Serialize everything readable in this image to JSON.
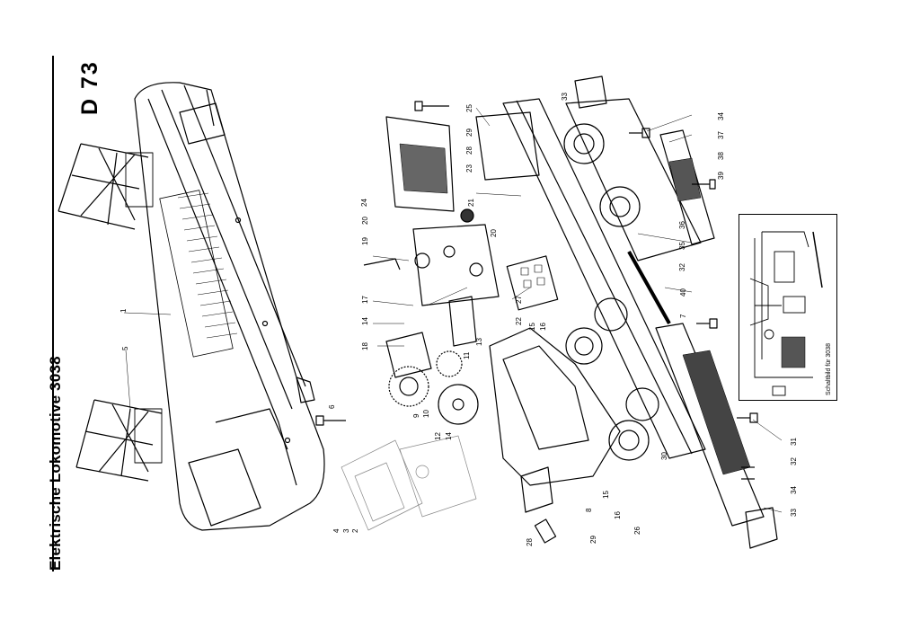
{
  "title": "Elektrische Lokomotive 3038",
  "doc_code": "D 73",
  "schema_caption": "Schaltbild für 3038",
  "part_numbers": [
    {
      "n": "1"
    },
    {
      "n": "2"
    },
    {
      "n": "3"
    },
    {
      "n": "4"
    },
    {
      "n": "5"
    },
    {
      "n": "6"
    },
    {
      "n": "7"
    },
    {
      "n": "8"
    },
    {
      "n": "9"
    },
    {
      "n": "10"
    },
    {
      "n": "11"
    },
    {
      "n": "12"
    },
    {
      "n": "13"
    },
    {
      "n": "14"
    },
    {
      "n": "14"
    },
    {
      "n": "15"
    },
    {
      "n": "15"
    },
    {
      "n": "16"
    },
    {
      "n": "16"
    },
    {
      "n": "17"
    },
    {
      "n": "18"
    },
    {
      "n": "19"
    },
    {
      "n": "20"
    },
    {
      "n": "20"
    },
    {
      "n": "21"
    },
    {
      "n": "22"
    },
    {
      "n": "23"
    },
    {
      "n": "24"
    },
    {
      "n": "25"
    },
    {
      "n": "26"
    },
    {
      "n": "27"
    },
    {
      "n": "28"
    },
    {
      "n": "28"
    },
    {
      "n": "29"
    },
    {
      "n": "29"
    },
    {
      "n": "30"
    },
    {
      "n": "31"
    },
    {
      "n": "32"
    },
    {
      "n": "32"
    },
    {
      "n": "33"
    },
    {
      "n": "33"
    },
    {
      "n": "34"
    },
    {
      "n": "34"
    },
    {
      "n": "35"
    },
    {
      "n": "36"
    },
    {
      "n": "37"
    },
    {
      "n": "38"
    },
    {
      "n": "39"
    },
    {
      "n": "40"
    }
  ]
}
